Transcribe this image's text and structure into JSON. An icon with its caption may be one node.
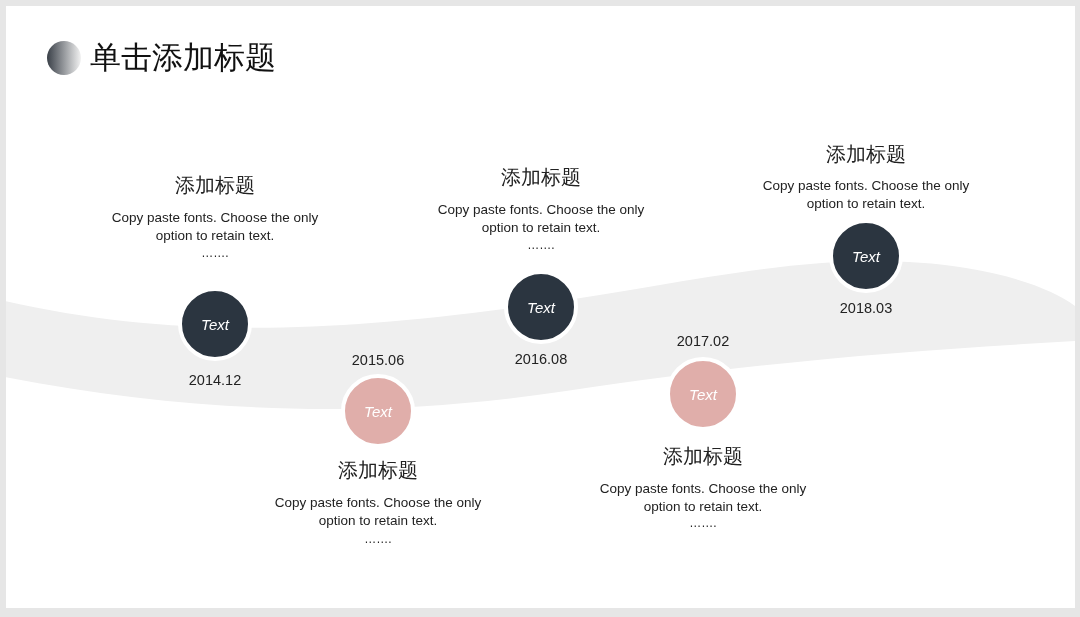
{
  "diagram": {
    "title": "单击添加标题",
    "nodes": [
      {
        "text": [
          "Text"
        ],
        "beside": [
          "2014.12",
          "添加标题",
          "Copy paste fonts. Choose the only option to retain text.",
          "……."
        ]
      },
      {
        "text": [
          "Text"
        ],
        "beside": [
          "2015.06",
          "添加标题",
          "Copy paste fonts. Choose the only option to retain text.",
          "……."
        ]
      },
      {
        "text": [
          "Text"
        ],
        "beside": [
          "2016.08",
          "添加标题",
          "Copy paste fonts. Choose the only option to retain text.",
          "……."
        ]
      },
      {
        "text": [
          "Text"
        ],
        "beside": [
          "2017.02",
          "添加标题",
          "Copy paste fonts. Choose the only option to retain text.",
          "……."
        ]
      },
      {
        "text": [
          "Text"
        ],
        "beside": [
          "2018.03",
          "添加标题",
          "Copy paste fonts. Choose the only option to retain text."
        ]
      }
    ],
    "edges": []
  }
}
